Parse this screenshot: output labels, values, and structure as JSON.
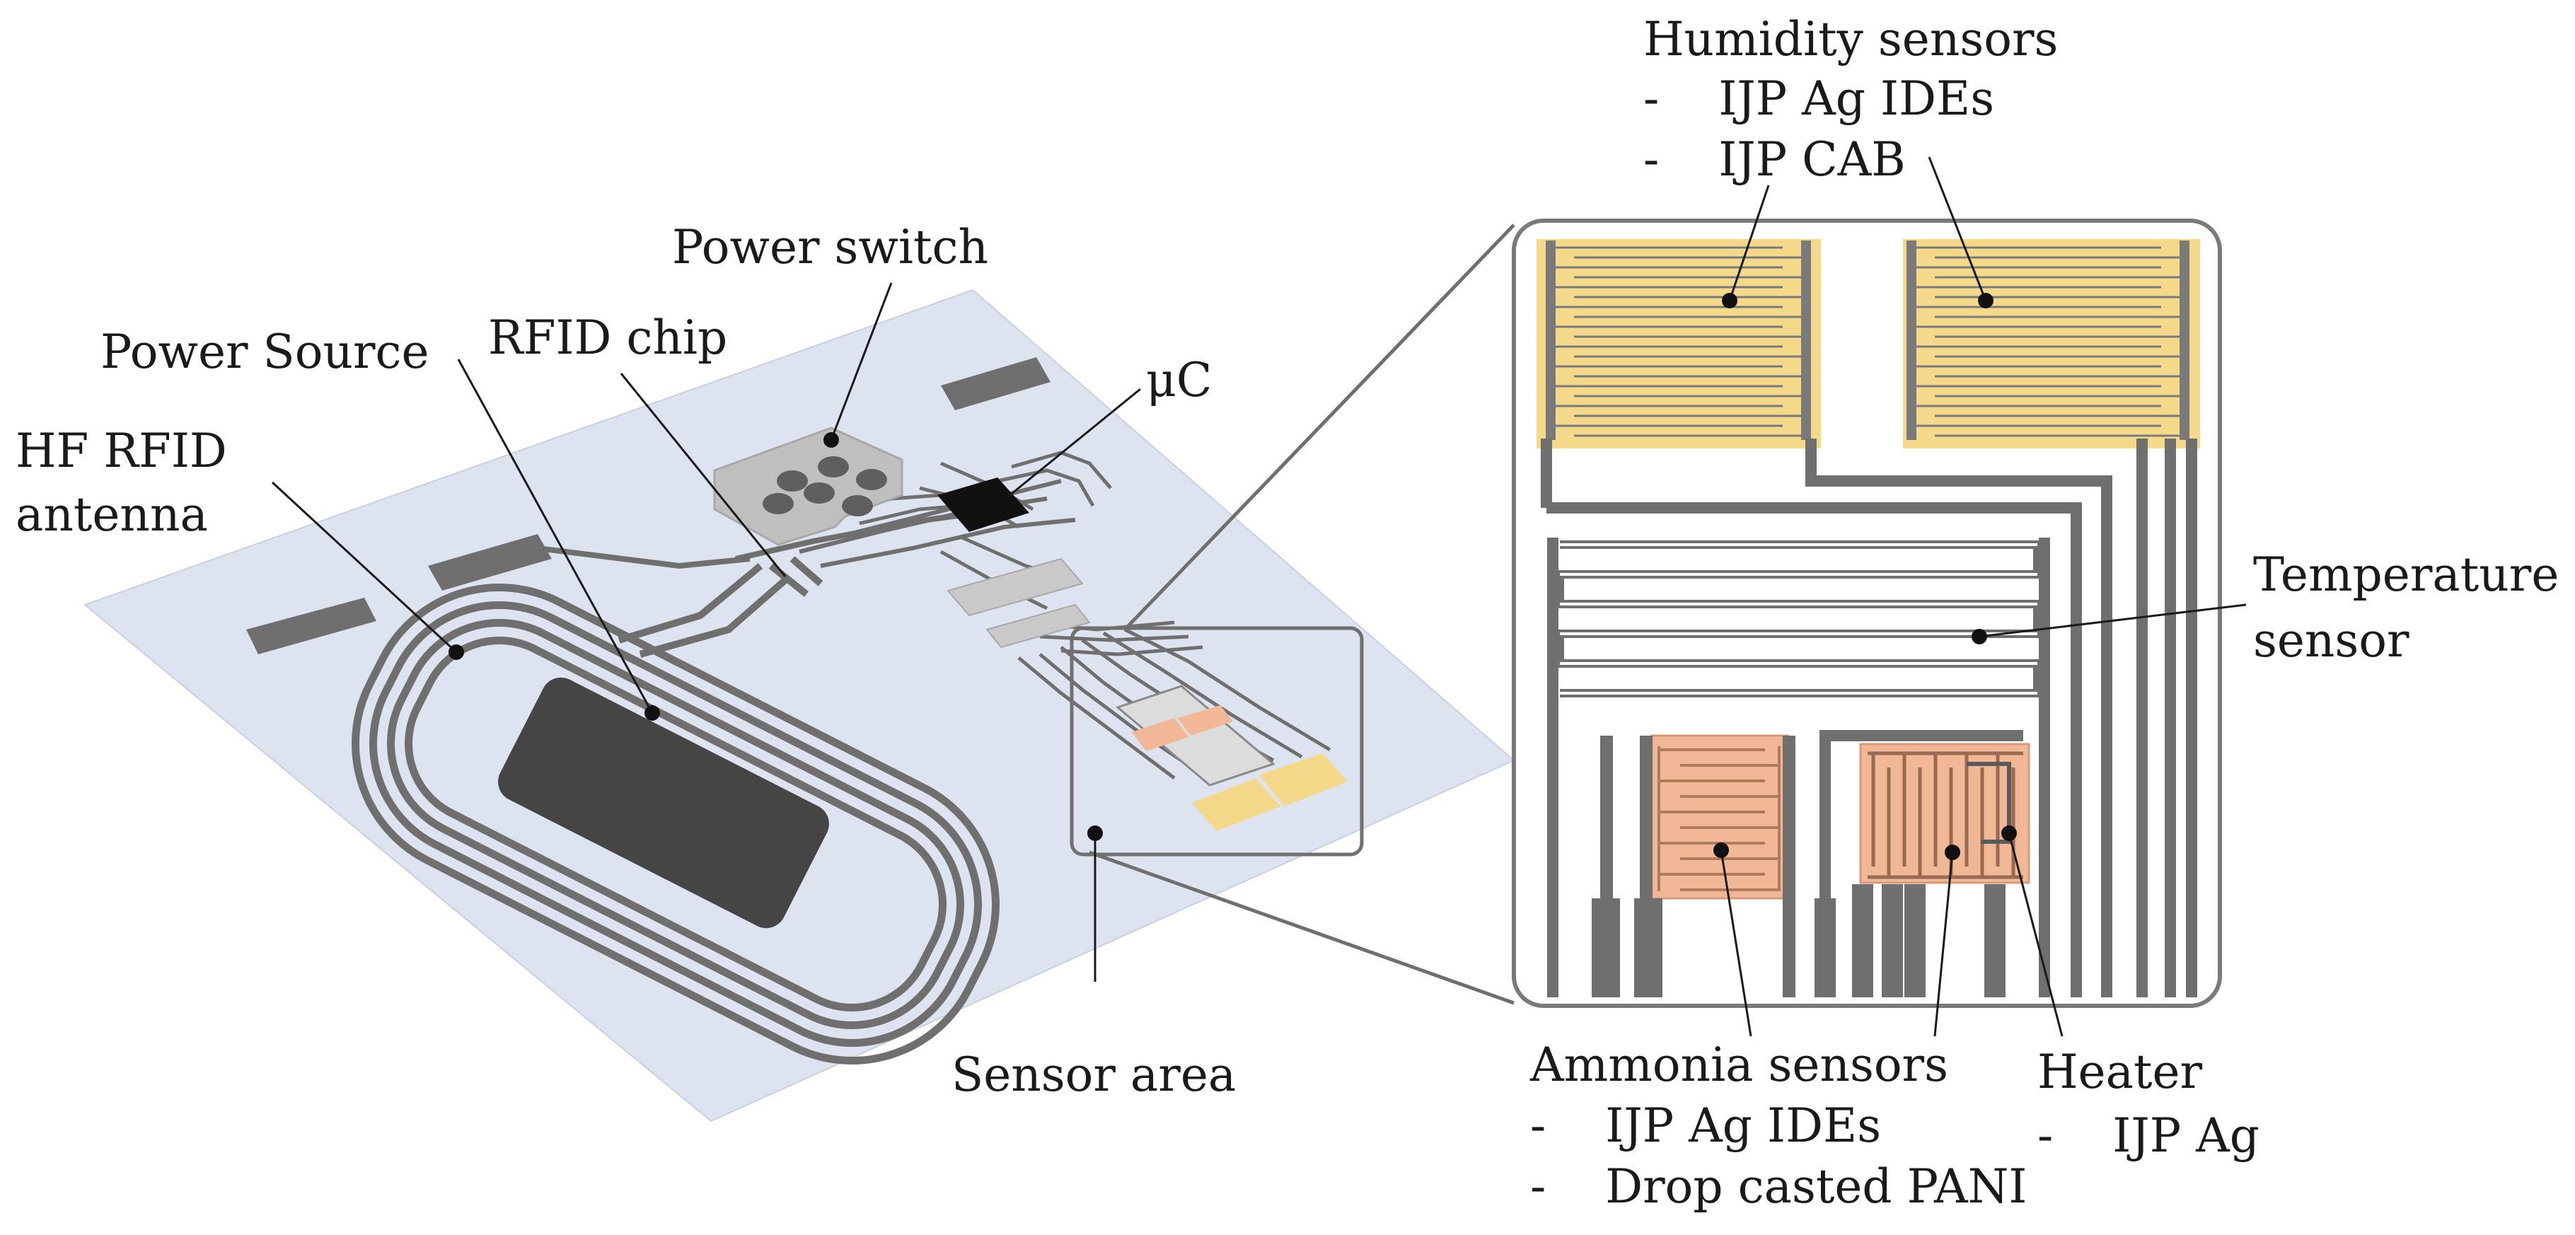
{
  "labels": {
    "humidity_title": "Humidity sensors",
    "humidity_item1": "-    IJP Ag IDEs",
    "humidity_item2": "-    IJP CAB",
    "power_switch": "Power switch",
    "power_source": "Power Source",
    "rfid_chip": "RFID chip",
    "uc": "μC",
    "antenna_line1": "HF RFID",
    "antenna_line2": "antenna",
    "temperature_line1": "Temperature",
    "temperature_line2": "sensor",
    "sensor_area": "Sensor area",
    "ammonia_title": "Ammonia sensors",
    "ammonia_item1": "-    IJP Ag IDEs",
    "ammonia_item2": "-    Drop casted PANI",
    "heater_title": "Heater",
    "heater_item1": "-    IJP Ag"
  },
  "colors": {
    "substrate": "#dde3ef",
    "trace": "#6f6f6f",
    "power_source": "#454545",
    "microcontroller": "#111111",
    "switch_panel": "#bfbfbf",
    "button": "#5f5f5f",
    "humidity_pad": "#f5d98a",
    "ammonia_pad": "#f0b896",
    "contact_pad": "#f5d98a"
  }
}
